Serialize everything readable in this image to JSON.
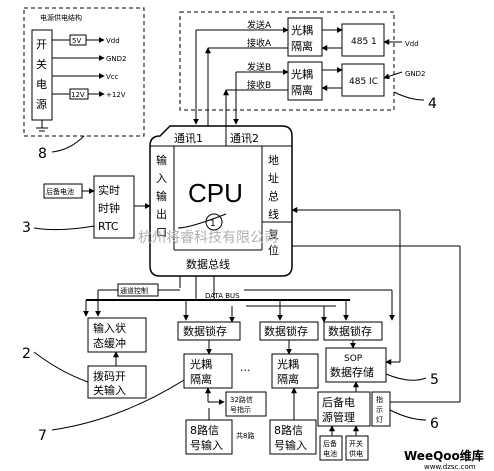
{
  "power_box": {
    "title": "电源供电结构",
    "supply_label": [
      "开",
      "关",
      "电",
      "源"
    ],
    "rails": [
      "5V",
      "12V"
    ],
    "rail_outputs": [
      "Vdd",
      "GND2",
      "Vcc",
      "+12V"
    ]
  },
  "comm_group": {
    "tx_a": "发送A",
    "rx_a": "接收A",
    "tx_b": "发送B",
    "rx_b": "接收B",
    "opto_label": [
      "光耦",
      "隔离"
    ],
    "chip_1": "485 1",
    "chip_2": "485 IC",
    "vdd": "Vdd",
    "gnd2": "GND2"
  },
  "cpu": {
    "title": "CPU",
    "badge": "1",
    "port1": "通讯1",
    "port2": "通讯2",
    "io_label": [
      "输",
      "入",
      "输",
      "出",
      "口"
    ],
    "addr_label": [
      "地",
      "址",
      "总",
      "线"
    ],
    "reset_label": [
      "复",
      "位"
    ],
    "bus_label": "数据总线"
  },
  "rtc": {
    "backup": "后备电池",
    "label": [
      "实时",
      "时钟",
      "RTC"
    ]
  },
  "bus": {
    "select_label": "通道控制",
    "data_bus_label": "DATA BUS"
  },
  "input_side": {
    "state_buffer": [
      "输入状",
      "态缓冲"
    ],
    "dip_input": [
      "拨码开",
      "关输入"
    ]
  },
  "latches": [
    "数据锁存",
    "数据锁存",
    "数据锁存"
  ],
  "opto_iso": [
    [
      "光耦",
      "隔离"
    ],
    [
      "光耦",
      "隔离"
    ]
  ],
  "dots": "···",
  "signals": {
    "in_left": [
      "8路信",
      "号输入"
    ],
    "in_right": [
      "8路信",
      "号输入"
    ],
    "channels_32": [
      "32路信",
      "号指示"
    ],
    "total": "共8路"
  },
  "sop": [
    "SOP",
    "数据存储"
  ],
  "backup_power": {
    "manage": [
      "后备电",
      "源管理"
    ],
    "indicator": [
      "指",
      "示",
      "灯"
    ],
    "battery": [
      "后备",
      "电池"
    ],
    "switch_supply": [
      "开关",
      "供电"
    ]
  },
  "callouts": [
    "1",
    "2",
    "3",
    "4",
    "5",
    "6",
    "7",
    "8"
  ],
  "watermark": "杭州将睿科技有限公司",
  "brand": {
    "name": "WeeQoo维库",
    "url": "www.dzsc.com"
  }
}
